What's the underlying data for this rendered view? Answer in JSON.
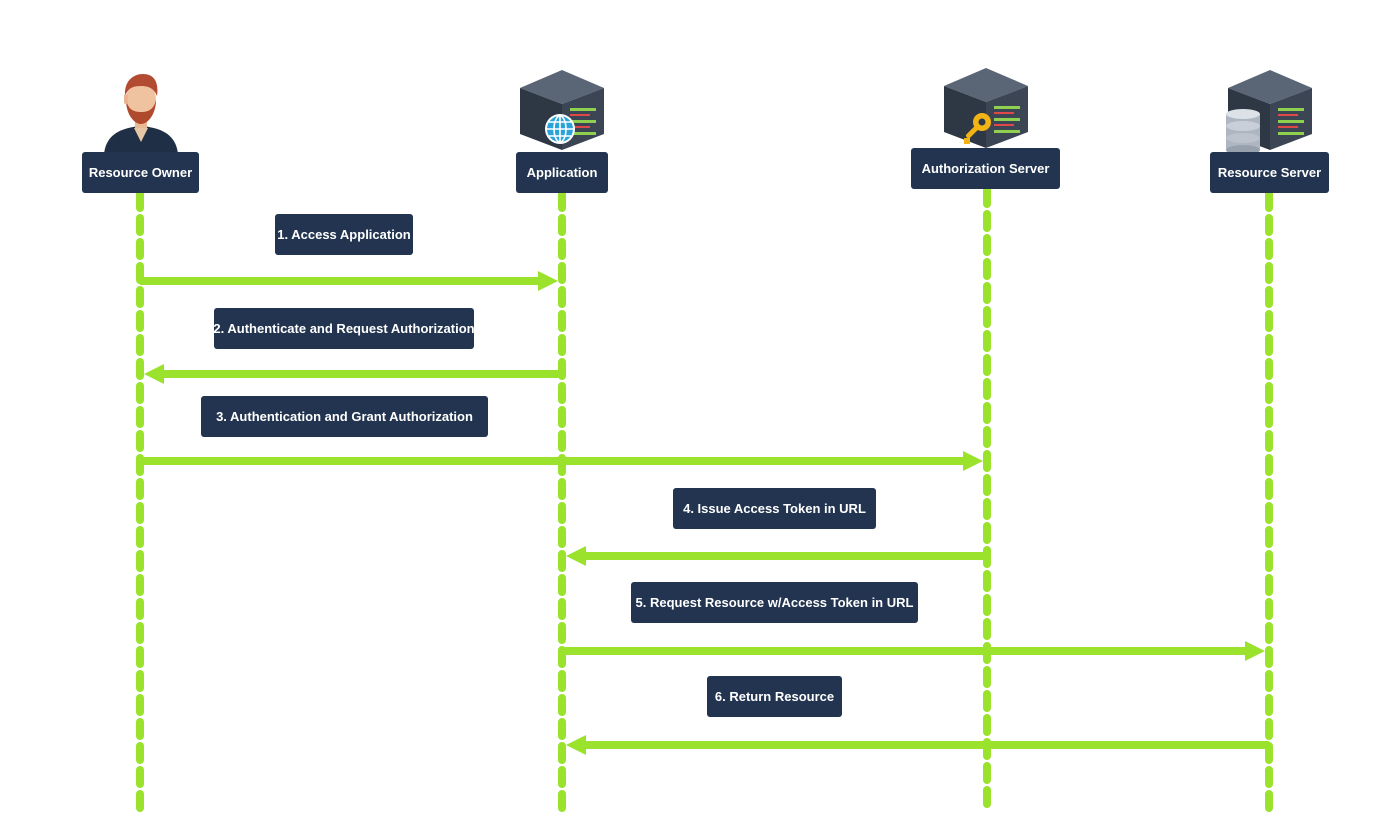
{
  "actors": [
    {
      "id": "resource-owner",
      "label": "Resource Owner",
      "icon": "person-icon"
    },
    {
      "id": "application",
      "label": "Application",
      "icon": "web-server-icon"
    },
    {
      "id": "authorization-server",
      "label": "Authorization Server",
      "icon": "key-server-icon"
    },
    {
      "id": "resource-server",
      "label": "Resource Server",
      "icon": "database-server-icon"
    }
  ],
  "messages": [
    {
      "label": "1. Access Application",
      "from": "resource-owner",
      "to": "application"
    },
    {
      "label": "2. Authenticate and Request Authorization",
      "from": "application",
      "to": "resource-owner"
    },
    {
      "label": "3. Authentication and Grant Authorization",
      "from": "resource-owner",
      "to": "authorization-server"
    },
    {
      "label": "4. Issue Access Token in URL",
      "from": "authorization-server",
      "to": "application"
    },
    {
      "label": "5. Request Resource w/Access Token in URL",
      "from": "application",
      "to": "resource-server"
    },
    {
      "label": "6. Return Resource",
      "from": "resource-server",
      "to": "application"
    }
  ],
  "colors": {
    "lifeline": "#9be22d",
    "label_box": "#22344f",
    "label_text": "#ffffff"
  }
}
